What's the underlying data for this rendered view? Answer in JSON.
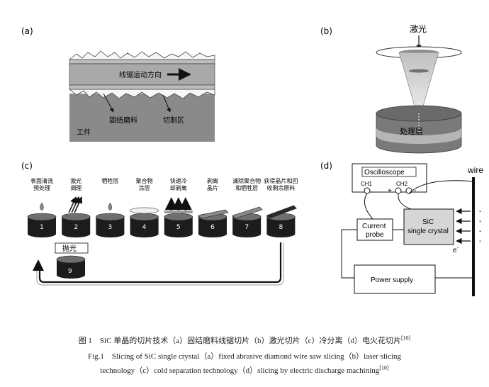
{
  "panels": {
    "a": {
      "label": "(a)",
      "wire_direction": "线锯运动方向",
      "abrasive": "固结磨料",
      "cut_zone": "切割区",
      "workpiece": "工件"
    },
    "b": {
      "label": "(b)",
      "laser": "激光",
      "processed_layer": "处理层"
    },
    "c": {
      "label": "(c)",
      "steps": [
        {
          "num": "1",
          "line1": "表面清洗",
          "line2": "预处理"
        },
        {
          "num": "2",
          "line1": "激光",
          "line2": "调理"
        },
        {
          "num": "3",
          "line1": "牺牲层",
          "line2": ""
        },
        {
          "num": "4",
          "line1": "聚合物",
          "line2": "涂层"
        },
        {
          "num": "5",
          "line1": "快速冷",
          "line2": "却剥离"
        },
        {
          "num": "6",
          "line1": "剥离",
          "line2": "晶片"
        },
        {
          "num": "7",
          "line1": "清除聚合物",
          "line2": "和牺牲层"
        },
        {
          "num": "8",
          "line1": "获得晶片和回",
          "line2": "收剩余原料"
        }
      ],
      "polish": {
        "num": "9",
        "label": "抛光"
      }
    },
    "d": {
      "label": "(d)",
      "oscilloscope": "Oscilloscope",
      "ch1": "CH1",
      "ch2": "CH2",
      "plus": "+",
      "minus": "-",
      "wire": "wire",
      "probe_line1": "Current",
      "probe_line2": "probe",
      "crystal_line1": "SiC",
      "crystal_line2": "single crystal",
      "electron": "e",
      "electron_sup": "-",
      "power": "Power supply",
      "charges": [
        "-",
        "-",
        "-",
        "-"
      ]
    }
  },
  "caption": {
    "cn": "图 1　SiC 单晶的切片技术（a）固结磨料线锯切片（b）激光切片（c）冷分离（d）电火花切片",
    "en_line1": "Fig.1　Slicing of SiC single crystal（a）fixed abrasive diamond wire saw slicing（b）laser slicing",
    "en_line2": "technology（c）cold separation technology（d）slicing by electric discharge machining",
    "ref": "[10]"
  },
  "colors": {
    "workpiece": "#8a8a8a",
    "wire_band": "#a9a9a9",
    "disk_top": "#6f6f6f",
    "crystal": "#d6d6d6",
    "ink": "#111111"
  }
}
